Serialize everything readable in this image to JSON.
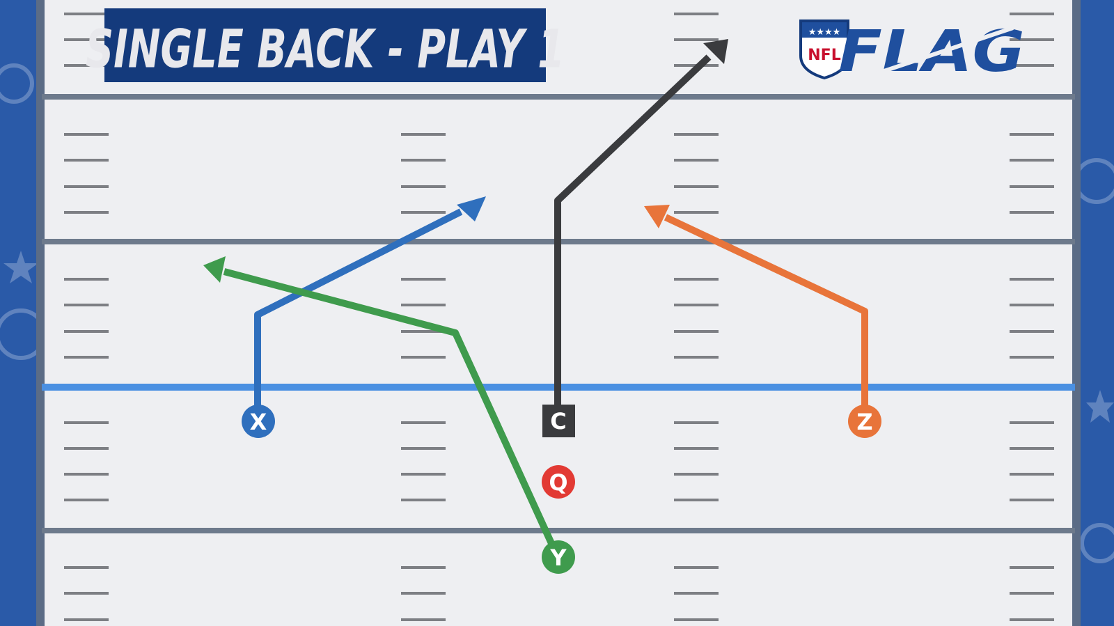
{
  "title": "SINGLE BACK - PLAY 1",
  "logo": {
    "shield_text": "NFL",
    "wordmark": "FLAG"
  },
  "colors": {
    "border_blue": "#2a5aa8",
    "field": "#eeeff2",
    "field_lines": "#6d7a8c",
    "hash_marks": "#7d7f84",
    "line_of_scrimmage": "#4a90e2",
    "title_bg": "#143a7c",
    "title_text": "#e8e8ec",
    "route_x": "#2f6fbd",
    "route_y": "#3f9b4d",
    "route_c": "#3a3b3e",
    "route_z": "#e8743a",
    "quarterback": "#e23a34"
  },
  "players": [
    {
      "id": "x",
      "label": "X",
      "shape": "circle",
      "color": "#2f6fbd"
    },
    {
      "id": "c",
      "label": "C",
      "shape": "square",
      "color": "#3a3b3e"
    },
    {
      "id": "z",
      "label": "Z",
      "shape": "circle",
      "color": "#e8743a"
    },
    {
      "id": "q",
      "label": "Q",
      "shape": "circle",
      "color": "#e23a34"
    },
    {
      "id": "y",
      "label": "Y",
      "shape": "circle",
      "color": "#3f9b4d"
    }
  ]
}
